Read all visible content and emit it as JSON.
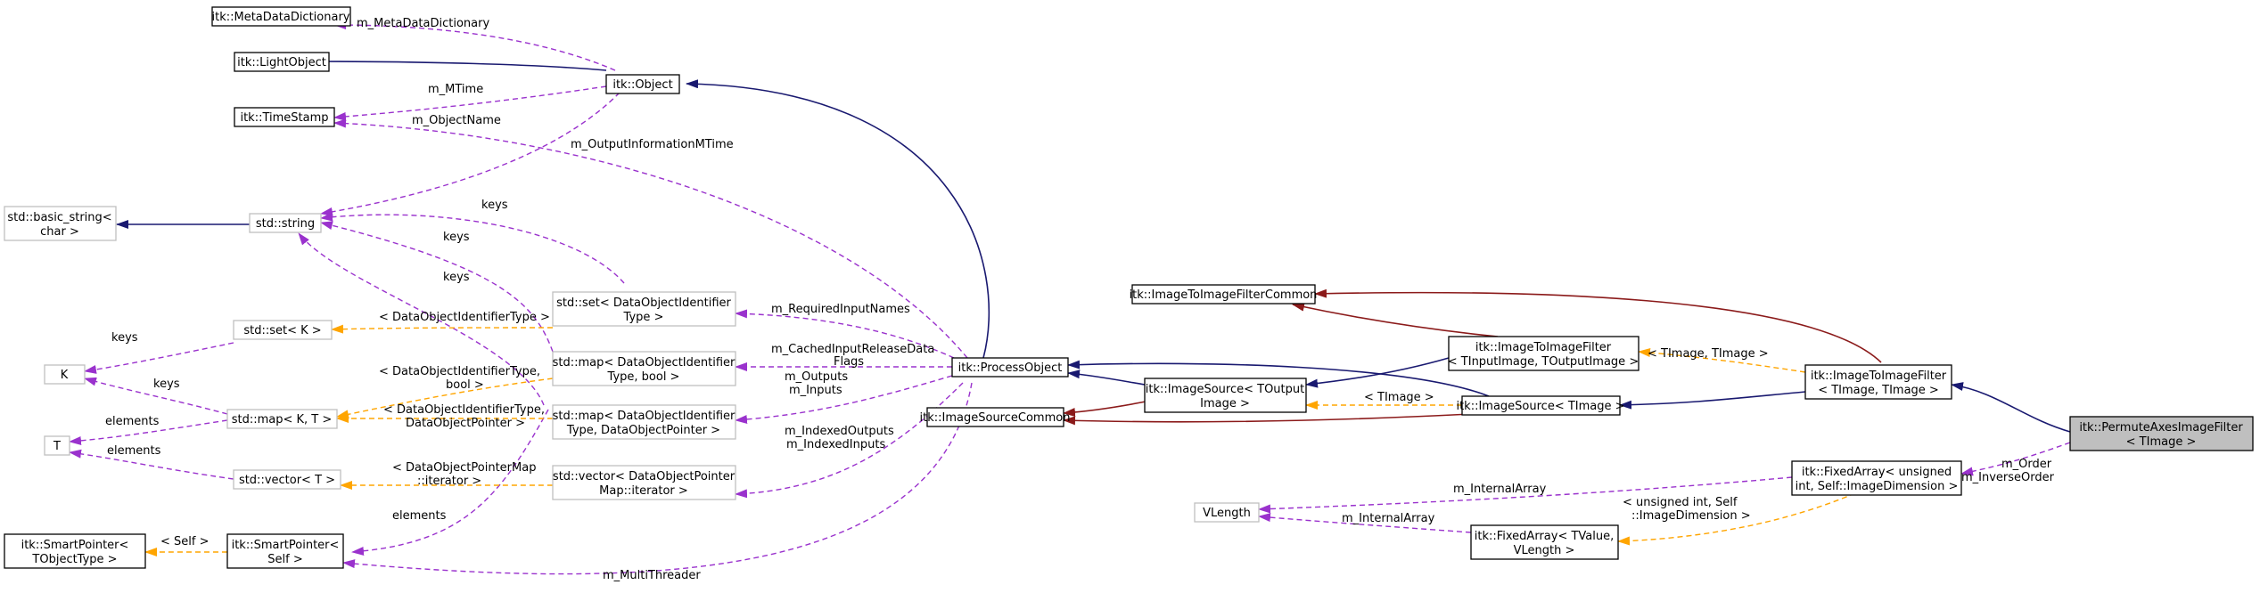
{
  "diagram": {
    "nodes": {
      "metadict": "itk::MetaDataDictionary",
      "lightobj": "itk::LightObject",
      "timestamp": "itk::TimeStamp",
      "object": "itk::Object",
      "basicstr": [
        "std::basic_string<",
        "char >"
      ],
      "stdstring": "std::string",
      "setdoi": [
        "std::set< DataObjectIdentifier",
        "Type >"
      ],
      "setk": "std::set< K >",
      "k": "K",
      "mapdoib": [
        "std::map< DataObjectIdentifier",
        "Type, bool >"
      ],
      "mapkt": "std::map< K, T >",
      "t": "T",
      "mapdoip": [
        "std::map< DataObjectIdentifier",
        "Type, DataObjectPointer >"
      ],
      "vectort": "std::vector< T >",
      "vecdopm": [
        "std::vector< DataObjectPointer",
        "Map::iterator >"
      ],
      "sptrobj": [
        "itk::SmartPointer<",
        "TObjectType >"
      ],
      "sptrself": [
        "itk::SmartPointer<",
        "Self >"
      ],
      "procobj": "itk::ProcessObject",
      "imgsrccommon": "itk::ImageSourceCommon",
      "imgsrcout": [
        "itk::ImageSource< TOutput",
        "Image >"
      ],
      "i2icommon": "itk::ImageToImageFilterCommon",
      "i2itio": [
        "itk::ImageToImageFilter",
        "< TInputImage, TOutputImage >"
      ],
      "imgsrcti": "itk::ImageSource< TImage >",
      "i2iti": [
        "itk::ImageToImageFilter",
        "< TImage, TImage >"
      ],
      "permute": [
        "itk::PermuteAxesImageFilter",
        "< TImage >"
      ],
      "vlength": "VLength",
      "fixedui": [
        "itk::FixedArray< unsigned",
        "int, Self::ImageDimension >"
      ],
      "fixedtv": [
        "itk::FixedArray< TValue,",
        "VLength >"
      ]
    },
    "edges": {
      "m_metadatadictionary": "m_MetaDataDictionary",
      "m_mtime": "m_MTime",
      "m_objectname": "m_ObjectName",
      "m_outputinformationmtime": "m_OutputInformationMTime",
      "keys_setdoi": "keys",
      "keys_mapdoib": "keys",
      "keys_mapdoip": "keys",
      "keys_setk": "keys",
      "keys_mapkt": "keys",
      "elements_mapkt": "elements",
      "elements_vectort": "elements",
      "elements_sptrself": "elements",
      "tpl_setk": "< DataObjectIdentifierType >",
      "tpl_mapdoib": [
        "< DataObjectIdentifierType,",
        "bool >"
      ],
      "tpl_mapdoip": [
        "< DataObjectIdentifierType,",
        "DataObjectPointer >"
      ],
      "tpl_vecdopm": [
        "< DataObjectPointerMap",
        "::iterator >"
      ],
      "tpl_sptrobj": "< Self >",
      "m_requiredinputnames": "m_RequiredInputNames",
      "m_cachedinput": [
        "m_CachedInputReleaseData",
        "Flags"
      ],
      "m_outputs_inputs": [
        "m_Outputs",
        "m_Inputs"
      ],
      "m_indexed": [
        "m_IndexedOutputs",
        "m_IndexedInputs"
      ],
      "m_multithreader": "m_MultiThreader",
      "tpl_imgsrcti": "< TImage >",
      "tpl_i2iti": "< TImage, TImage >",
      "m_order_inverse": [
        "m_Order",
        "m_InverseOrder"
      ],
      "m_internalarray_a": "m_InternalArray",
      "m_internalarray_b": "m_InternalArray",
      "tpl_fixedui": [
        "< unsigned int, Self",
        "::ImageDimension >"
      ]
    },
    "colors": {
      "inheritance": "#191970",
      "private_inheritance": "#8b1a1a",
      "usage": "#9a32cd",
      "template": "#ffa500",
      "focus_fill": "#bfbfbf",
      "external_border": "#bfbfbf"
    }
  }
}
